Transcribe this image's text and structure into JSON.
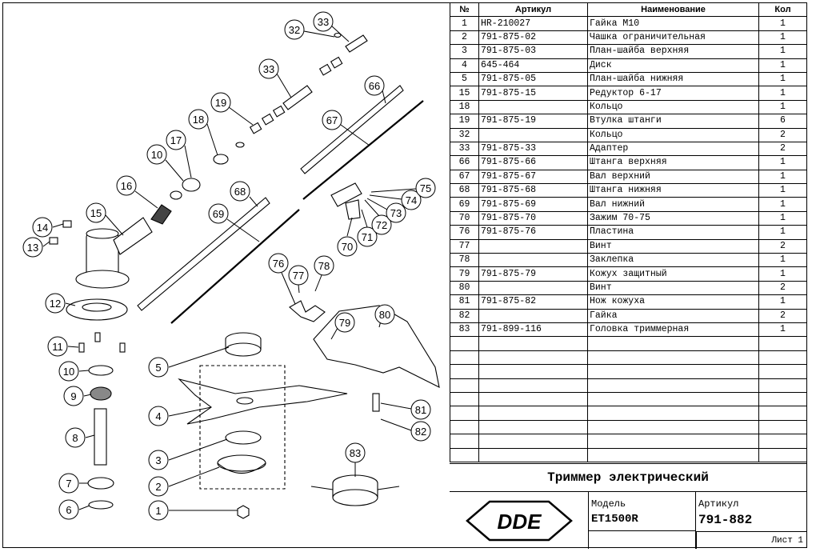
{
  "table": {
    "headers": {
      "no": "№",
      "article": "Артикул",
      "name": "Наименование",
      "qty": "Кол"
    },
    "rows": [
      {
        "no": "1",
        "article": "HR-210027",
        "name": "Гайка М10",
        "qty": "1"
      },
      {
        "no": "2",
        "article": "791-875-02",
        "name": "Чашка ограничительная",
        "qty": "1"
      },
      {
        "no": "3",
        "article": "791-875-03",
        "name": "План-шайба верхняя",
        "qty": "1"
      },
      {
        "no": "4",
        "article": "645-464",
        "name": "Диск",
        "qty": "1"
      },
      {
        "no": "5",
        "article": "791-875-05",
        "name": "План-шайба нижняя",
        "qty": "1"
      },
      {
        "no": "15",
        "article": "791-875-15",
        "name": "Редуктор 6-17",
        "qty": "1"
      },
      {
        "no": "18",
        "article": "",
        "name": "Кольцо",
        "qty": "1"
      },
      {
        "no": "19",
        "article": "791-875-19",
        "name": "Втулка штанги",
        "qty": "6"
      },
      {
        "no": "32",
        "article": "",
        "name": "Кольцо",
        "qty": "2"
      },
      {
        "no": "33",
        "article": "791-875-33",
        "name": "Адаптер",
        "qty": "2"
      },
      {
        "no": "66",
        "article": "791-875-66",
        "name": "Штанга верхняя",
        "qty": "1"
      },
      {
        "no": "67",
        "article": "791-875-67",
        "name": "Вал верхний",
        "qty": "1"
      },
      {
        "no": "68",
        "article": "791-875-68",
        "name": "Штанга нижняя",
        "qty": "1"
      },
      {
        "no": "69",
        "article": "791-875-69",
        "name": "Вал нижний",
        "qty": "1"
      },
      {
        "no": "70",
        "article": "791-875-70",
        "name": "Зажим 70-75",
        "qty": "1"
      },
      {
        "no": "76",
        "article": "791-875-76",
        "name": "Пластина",
        "qty": "1"
      },
      {
        "no": "77",
        "article": "",
        "name": "Винт",
        "qty": "2"
      },
      {
        "no": "78",
        "article": "",
        "name": "Заклепка",
        "qty": "1"
      },
      {
        "no": "79",
        "article": "791-875-79",
        "name": "Кожух защитный",
        "qty": "1"
      },
      {
        "no": "80",
        "article": "",
        "name": "Винт",
        "qty": "2"
      },
      {
        "no": "81",
        "article": "791-875-82",
        "name": "Нож кожуха",
        "qty": "1"
      },
      {
        "no": "82",
        "article": "",
        "name": "Гайка",
        "qty": "2"
      },
      {
        "no": "83",
        "article": "791-899-116",
        "name": "Головка триммерная",
        "qty": "1"
      }
    ],
    "empty_rows": 9
  },
  "title_block": {
    "title": "Триммер электрический",
    "logo": "DDE",
    "model_label": "Модель",
    "model_value": "ET1500R",
    "article_label": "Артикул",
    "article_value": "791-882",
    "sheet": "Лист 1"
  },
  "callouts": [
    "1",
    "2",
    "3",
    "4",
    "5",
    "6",
    "7",
    "8",
    "9",
    "10",
    "11",
    "12",
    "13",
    "14",
    "15",
    "16",
    "17",
    "18",
    "19",
    "32",
    "33",
    "66",
    "67",
    "68",
    "69",
    "70",
    "71",
    "72",
    "73",
    "74",
    "75",
    "76",
    "77",
    "78",
    "79",
    "80",
    "81",
    "82",
    "83"
  ]
}
